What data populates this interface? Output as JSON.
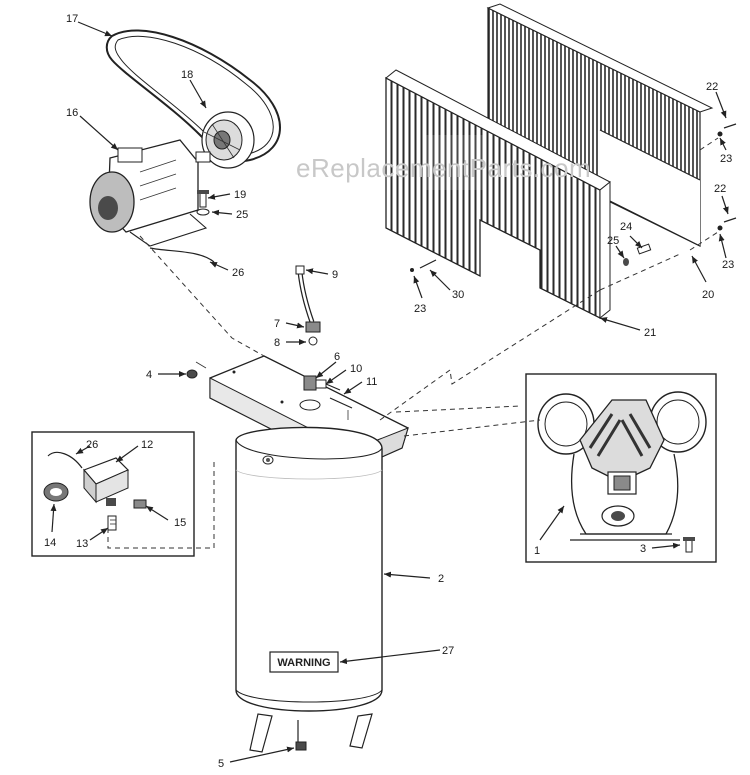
{
  "watermark": "eReplacementParts.com",
  "warning_label": "WARNING",
  "callouts": {
    "c1": "1",
    "c2": "2",
    "c3": "3",
    "c4": "4",
    "c5": "5",
    "c6": "6",
    "c7": "7",
    "c8": "8",
    "c9": "9",
    "c10": "10",
    "c11": "11",
    "c12": "12",
    "c13": "13",
    "c14": "14",
    "c15": "15",
    "c16": "16",
    "c17": "17",
    "c18": "18",
    "c19": "19",
    "c20": "20",
    "c21": "21",
    "c22a": "22",
    "c22b": "22",
    "c23a": "23",
    "c23b": "23",
    "c23c": "23",
    "c24": "24",
    "c25a": "25",
    "c25b": "25",
    "c26a": "26",
    "c26b": "26",
    "c27": "27",
    "c30": "30"
  }
}
